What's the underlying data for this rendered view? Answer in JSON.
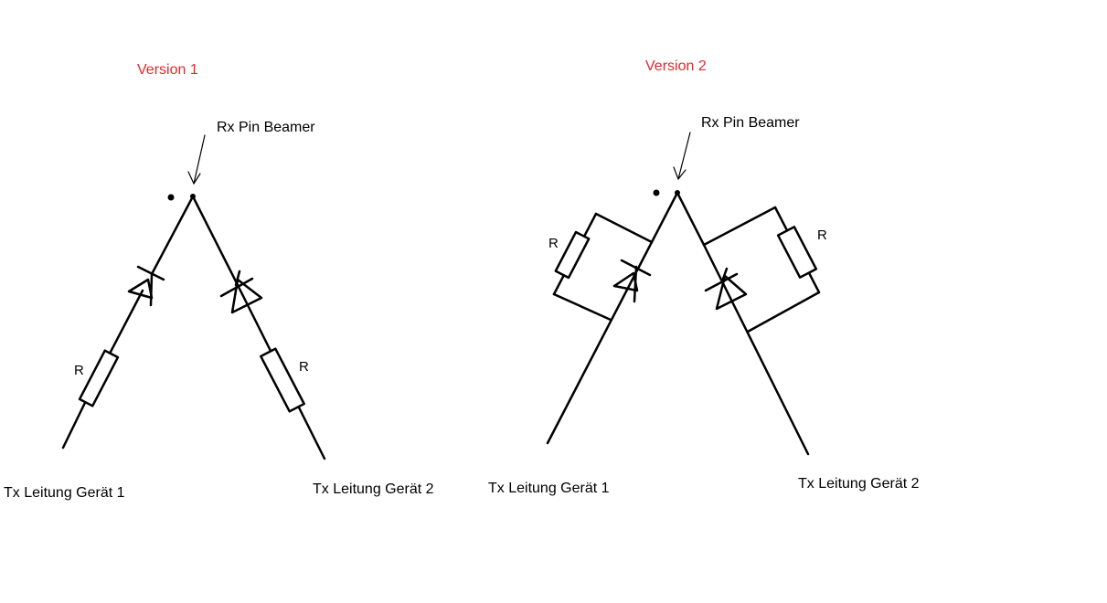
{
  "version1": {
    "title": "Version 1",
    "rx_label": "Rx Pin Beamer",
    "tx1_label": "Tx Leitung Gerät 1",
    "tx2_label": "Tx Leitung Gerät 2",
    "r_left": "R",
    "r_right": "R"
  },
  "version2": {
    "title": "Version 2",
    "rx_label": "Rx Pin Beamer",
    "tx1_label": "Tx Leitung Gerät 1",
    "tx2_label": "Tx Leitung Gerät 2",
    "r_left": "R",
    "r_right": "R"
  },
  "colors": {
    "version_title": "#e8262a",
    "wire": "#000000"
  }
}
